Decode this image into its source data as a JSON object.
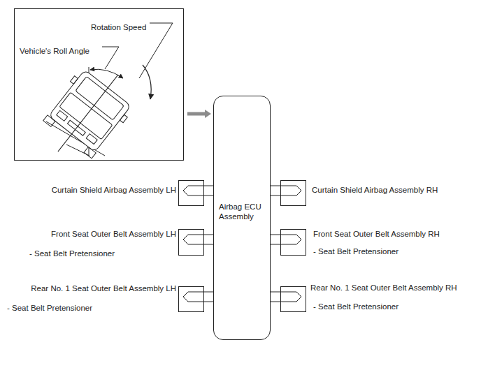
{
  "diagram": {
    "nodes": [
      {
        "text": [
          "Rotation Speed",
          "Vehicle's Roll Angle"
        ]
      },
      {
        "text": [
          "Airbag ECU Assembly"
        ]
      },
      {
        "text": [
          "Curtain Shield Airbag Assembly LH"
        ]
      },
      {
        "text": [
          "Curtain Shield Airbag Assembly RH"
        ]
      },
      {
        "text": [
          "Front Seat Outer Belt Assembly LH",
          "- Seat Belt Pretensioner"
        ]
      },
      {
        "text": [
          "Front Seat Outer Belt Assembly RH",
          "- Seat Belt Pretensioner"
        ]
      },
      {
        "text": [
          "Rear No. 1 Seat Outer Belt Assembly LH",
          "- Seat Belt Pretensioner"
        ]
      },
      {
        "text": [
          "Rear No. 1 Seat Outer Belt Assembly RH",
          "- Seat Belt Pretensioner"
        ]
      }
    ],
    "edges": [
      {
        "from": 0,
        "to": 1,
        "arrow": "to"
      },
      {
        "from": 1,
        "to": 2,
        "arrow": "none"
      },
      {
        "from": 1,
        "to": 3,
        "arrow": "none"
      },
      {
        "from": 1,
        "to": 4,
        "arrow": "none"
      },
      {
        "from": 1,
        "to": 5,
        "arrow": "none"
      },
      {
        "from": 1,
        "to": 6,
        "arrow": "none"
      },
      {
        "from": 1,
        "to": 7,
        "arrow": "none"
      }
    ]
  }
}
